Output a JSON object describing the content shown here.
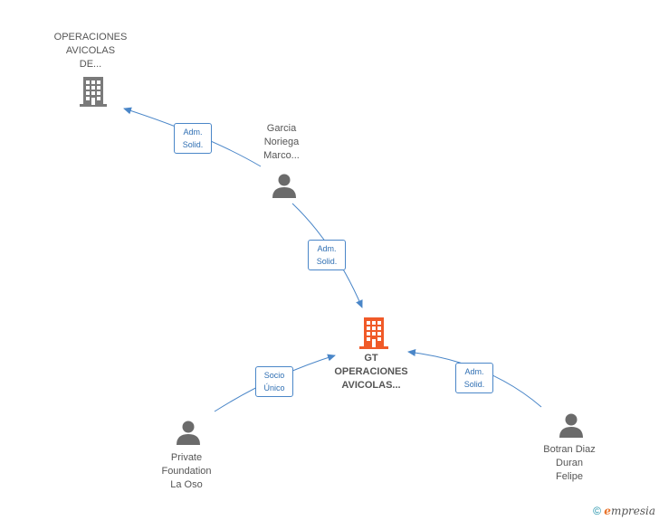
{
  "nodes": {
    "top_company": {
      "lines": [
        "OPERACIONES",
        "AVICOLAS",
        "DE..."
      ]
    },
    "garcia": {
      "lines": [
        "Garcia",
        "Noriega",
        "Marco..."
      ]
    },
    "main_company": {
      "lines": [
        "GT",
        "OPERACIONES",
        "AVICOLAS..."
      ]
    },
    "private_foundation": {
      "lines": [
        "Private",
        "Foundation",
        "La Oso"
      ]
    },
    "botran": {
      "lines": [
        "Botran Diaz",
        "Duran",
        "Felipe"
      ]
    }
  },
  "edges": {
    "garcia_to_top": {
      "lines": [
        "Adm.",
        "Solid."
      ]
    },
    "garcia_to_main": {
      "lines": [
        "Adm.",
        "Solid."
      ]
    },
    "foundation_to_main": {
      "lines": [
        "Socio",
        "Único"
      ]
    },
    "botran_to_main": {
      "lines": [
        "Adm.",
        "Solid."
      ]
    }
  },
  "footer": {
    "copyright": "©",
    "brand_e": "e",
    "brand_rest": "mpresia"
  },
  "colors": {
    "edge": "#4a86c8",
    "main_company": "#f05a28",
    "company": "#7a7a7a",
    "person": "#6b6b6b"
  }
}
